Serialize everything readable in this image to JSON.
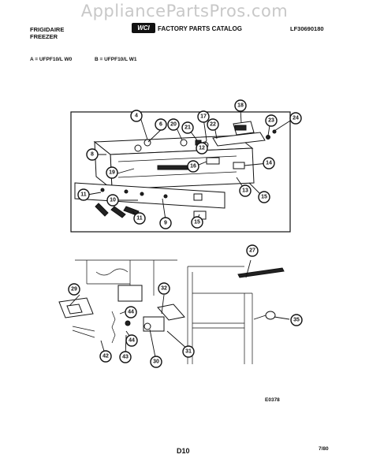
{
  "watermark": "AppliancePartsPros.com",
  "header": {
    "brand_line1": "FRIGIDAIRE",
    "brand_line2": "FREEZER",
    "logo_text": "WCI",
    "catalog_title": "FACTORY PARTS CATALOG",
    "catalog_number": "LF30690180",
    "model_a": "A = UFPF10/L W0",
    "model_b": "B = UFPF10/L W1"
  },
  "callouts": [
    "4",
    "6",
    "20",
    "21",
    "17",
    "22",
    "18",
    "23",
    "24",
    "8",
    "16",
    "12",
    "19",
    "14",
    "13",
    "15",
    "11",
    "10",
    "11",
    "9",
    "15",
    "27",
    "29",
    "32",
    "44",
    "44",
    "42",
    "43",
    "30",
    "31",
    "35"
  ],
  "footer": {
    "figure_code": "E0378",
    "page_code": "D10",
    "date_code": "7/80"
  }
}
